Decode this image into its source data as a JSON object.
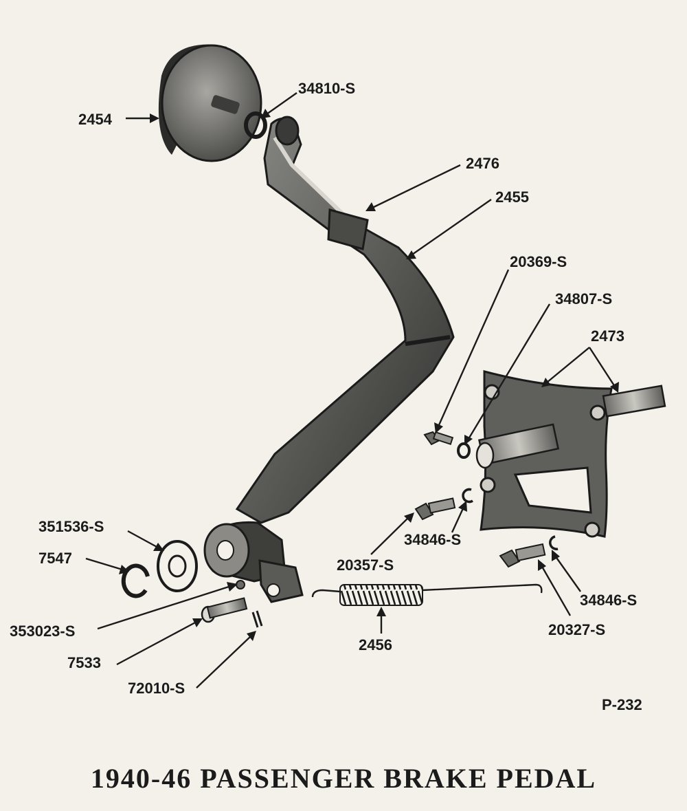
{
  "title": "1940-46 PASSENGER BRAKE PEDAL",
  "page_code": "P-232",
  "parts": [
    {
      "id": "pad",
      "number": "2454"
    },
    {
      "id": "pad-washer",
      "number": "34810-S"
    },
    {
      "id": "pedal-sleeve",
      "number": "2476"
    },
    {
      "id": "pedal-arm",
      "number": "2455"
    },
    {
      "id": "bracket-bolt",
      "number": "20369-S"
    },
    {
      "id": "bracket-lockwasher",
      "number": "34807-S"
    },
    {
      "id": "bracket-shaft",
      "number": "2473"
    },
    {
      "id": "pivot-washer",
      "number": "351536-S"
    },
    {
      "id": "retainer-clip",
      "number": "7547"
    },
    {
      "id": "grease-fitting",
      "number": "353023-S"
    },
    {
      "id": "clevis-pin",
      "number": "7533"
    },
    {
      "id": "cotter-pin",
      "number": "72010-S"
    },
    {
      "id": "clip-upper",
      "number": "34846-S"
    },
    {
      "id": "bolt-upper",
      "number": "20357-S"
    },
    {
      "id": "return-spring",
      "number": "2456"
    },
    {
      "id": "clip-lower",
      "number": "34846-S"
    },
    {
      "id": "bolt-lower",
      "number": "20327-S"
    }
  ]
}
